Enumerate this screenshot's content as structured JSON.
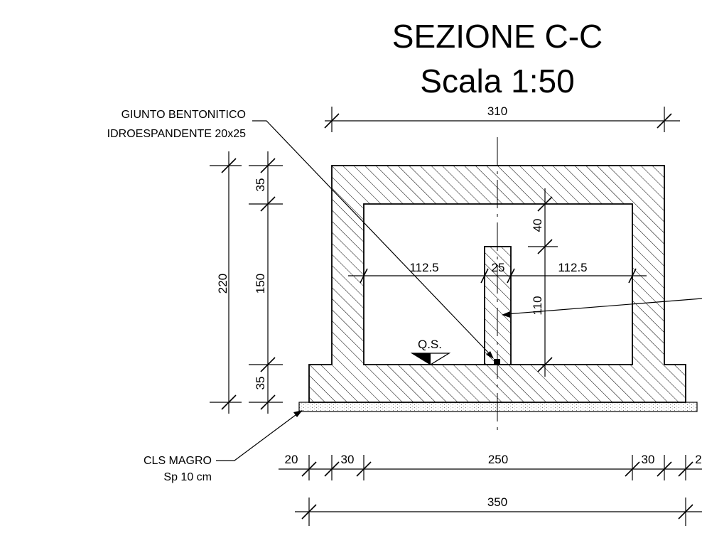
{
  "title": {
    "line1": "SEZIONE C-C",
    "line2": "Scala 1:50"
  },
  "labels": {
    "joint_line1": "GIUNTO BENTONITICO",
    "joint_line2": "IDROESPANDENTE 20x25",
    "lean_concrete_line1": "CLS MAGRO",
    "lean_concrete_line2": "Sp 10 cm",
    "water_level": "Q.S."
  },
  "dimensions": {
    "top_total": "310",
    "left_total": "220",
    "left_top_slab": "35",
    "left_clear_height": "150",
    "left_bottom_slab": "35",
    "inner_left_span": "112.5",
    "wall_thickness": "25",
    "inner_right_span": "112.5",
    "wall_top_gap": "40",
    "wall_height": "110",
    "bottom_left_toe": "20",
    "bottom_left_wall": "30",
    "bottom_clear": "250",
    "bottom_right_wall": "30",
    "bottom_right_toe": "2",
    "bottom_total": "350"
  },
  "colors": {
    "line": "#000000",
    "background": "#ffffff"
  }
}
